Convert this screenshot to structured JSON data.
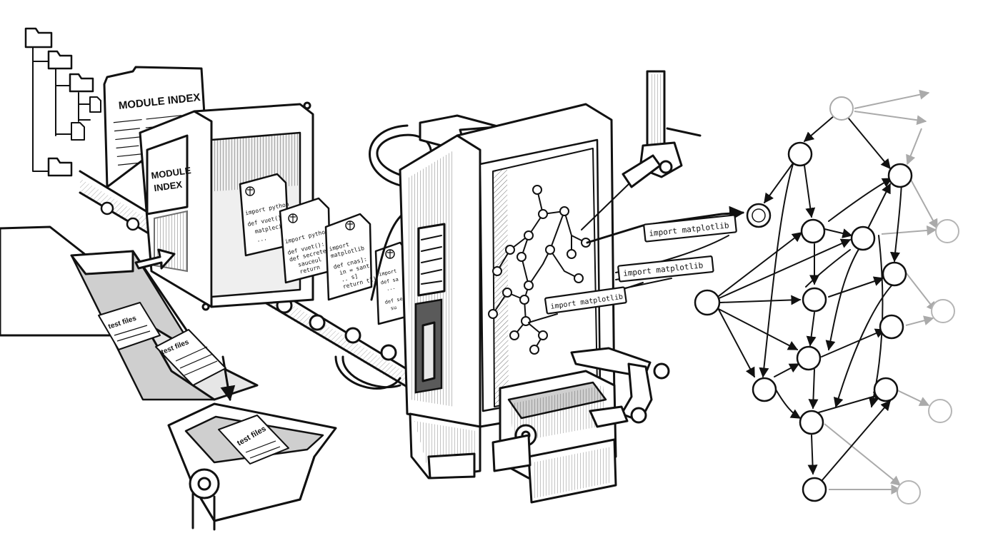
{
  "labels": {
    "module_index_doc": "MODULE INDEX",
    "module_index_machine_line1": "MODULE",
    "module_index_machine_line2": "INDEX",
    "test_files_1": "test files",
    "test_files_2": "test files",
    "test_files_3": "test files",
    "import_matplotlib_1": "import matplotlib",
    "import_matplotlib_2": "import matplotlib",
    "import_matplotlib_3": "import matplotlib"
  },
  "code_cards": [
    {
      "lines": [
        "import python",
        "def vuet();",
        "  matplecis",
        "  ..."
      ]
    },
    {
      "lines": [
        "import python",
        "def vuet():",
        "def secrete",
        "  sauceul",
        "  return"
      ]
    },
    {
      "lines": [
        "import",
        "matplotlib",
        "def cnas]:",
        "  in = sant",
        "  .. s]",
        "  return t1]"
      ]
    },
    {
      "lines": [
        "import",
        "def sa",
        "  ...",
        "def se",
        "  su"
      ]
    }
  ],
  "colors": {
    "ink": "#111111",
    "paper": "#ffffff",
    "shade": "#cfcfcf",
    "faded_node": "#b5b5b5"
  },
  "icons": [
    "folder-icon",
    "file-icon",
    "python-logo-icon",
    "arrow-icon"
  ]
}
